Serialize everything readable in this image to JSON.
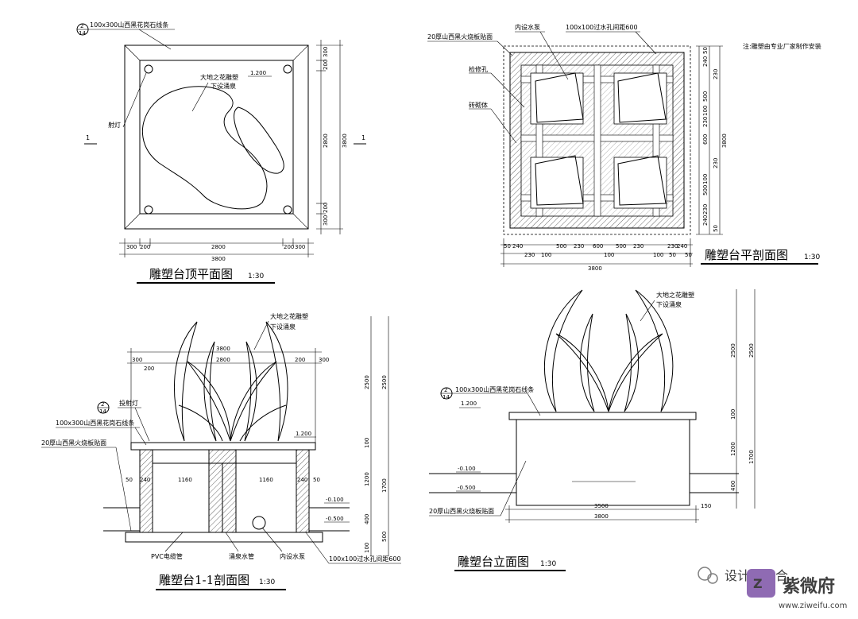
{
  "top_plan": {
    "note_stone": "100x300山西黑花岗石线条",
    "ref_num": "2",
    "ref_den": "14",
    "sculpture": "大地之花雕塑",
    "spring": "下设涌泉",
    "level": "1.200",
    "spotlight": "射灯",
    "section_mark": "1",
    "dims_bottom": [
      "300",
      "200",
      "2800",
      "200",
      "300"
    ],
    "dim_total": "3800",
    "dims_right": [
      "300",
      "200",
      "2800",
      "200",
      "300"
    ],
    "dim_right_total": "3800",
    "title": "雕塑台顶平面图",
    "scale": "1:30"
  },
  "plan_section": {
    "facing": "20厚山西黑火烧板贴面",
    "pump": "内设水泵",
    "pipe": "100x100过水孔间距600",
    "note": "注:雕塑由专业厂家制作安装",
    "access": "检修孔",
    "brick": "砖砌体",
    "dims_bottom": [
      "50",
      "240",
      "230",
      "100",
      "500",
      "230",
      "600",
      "100",
      "500",
      "230",
      "100",
      "230",
      "50",
      "240",
      "50"
    ],
    "dim_total": "3800",
    "dims_right": [
      "50",
      "240",
      "230",
      "500",
      "100",
      "230",
      "600",
      "230",
      "100",
      "500",
      "230",
      "240",
      "50"
    ],
    "dim_right_total": "3800",
    "title": "雕塑台平剖面图",
    "scale": "1:30"
  },
  "section_11": {
    "sculpture": "大地之花雕塑",
    "spring": "下设涌泉",
    "up_light": "投射灯",
    "stone": "100x300山西黑花岗石线条",
    "facing": "20厚山西黑火烧板贴面",
    "ref_num": "2",
    "ref_den": "14",
    "dim_3800": "3800",
    "dim_2800": "2800",
    "dim_300": "300",
    "dim_200": "200",
    "dim_1160": "1160",
    "dim_240": "240",
    "dim_50": "50",
    "level_top": "1.200",
    "level_w": "-0.100",
    "level_b": "-0.500",
    "dims_right": [
      "2500",
      "100",
      "1200",
      "400",
      "100"
    ],
    "dims_right2": [
      "2500",
      "1700",
      "500"
    ],
    "pvc": "PVC电缆管",
    "spring_pipe": "涌泉水管",
    "pump": "内设水泵",
    "hole": "100x100过水孔间距600",
    "title": "雕塑台1-1剖面图",
    "scale": "1:30"
  },
  "elevation": {
    "sculpture": "大地之花雕塑",
    "spring": "下设涌泉",
    "stone": "100x300山西黑花岗石线条",
    "ref_num": "2",
    "ref_den": "14",
    "level_top": "1.200",
    "level_w": "-0.100",
    "level_b": "-0.500",
    "facing": "20厚山西黑火烧板贴面",
    "dim_3500": "3500",
    "dim_3800": "3800",
    "dim_150": "150",
    "dims_right": [
      "2500",
      "100",
      "1200",
      "400"
    ],
    "dims_right2": [
      "2500",
      "1700"
    ],
    "title": "雕塑台立面图",
    "scale": "1:30"
  },
  "watermark": {
    "wechat": "设计复象合",
    "brand": "紫微府",
    "url": "www.ziweifu.com"
  }
}
